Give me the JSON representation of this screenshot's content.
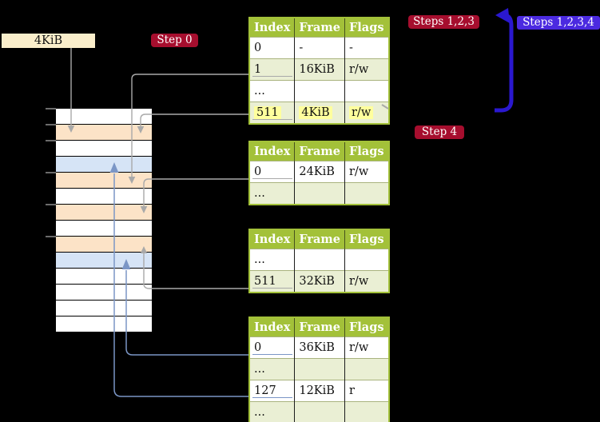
{
  "diagram": {
    "background": "#000000",
    "legend": {
      "label": "4KiB"
    },
    "badges": {
      "step0": {
        "label": "Step 0",
        "bg": "#a60e2e"
      },
      "steps123": {
        "label": "Steps 1,2,3",
        "bg": "#a60e2e"
      },
      "steps1234": {
        "label": "Steps 1,2,3,4",
        "bg": "#4b2ae0"
      },
      "step4": {
        "label": "Step 4",
        "bg": "#a60e2e"
      }
    }
  },
  "table_headers": [
    "Index",
    "Frame",
    "Flags"
  ],
  "tables": [
    {
      "name": "page-table-top",
      "rows": [
        {
          "index": "0",
          "frame": "-",
          "flags": "-",
          "shaded": false,
          "underline": null,
          "highlight": false
        },
        {
          "index": "1",
          "frame": "16KiB",
          "flags": "r/w",
          "shaded": true,
          "underline": "gray",
          "highlight": false
        },
        {
          "index": "...",
          "frame": "",
          "flags": "",
          "shaded": false,
          "underline": null,
          "highlight": false
        },
        {
          "index": "511",
          "frame": "4KiB",
          "flags": "r/w",
          "shaded": true,
          "underline": "gray",
          "highlight": true
        }
      ]
    },
    {
      "name": "page-table-second",
      "rows": [
        {
          "index": "0",
          "frame": "24KiB",
          "flags": "r/w",
          "shaded": false,
          "underline": "gray",
          "highlight": false
        },
        {
          "index": "...",
          "frame": "",
          "flags": "",
          "shaded": true,
          "underline": null,
          "highlight": false
        }
      ]
    },
    {
      "name": "page-table-third",
      "rows": [
        {
          "index": "...",
          "frame": "",
          "flags": "",
          "shaded": false,
          "underline": null,
          "highlight": false
        },
        {
          "index": "511",
          "frame": "32KiB",
          "flags": "r/w",
          "shaded": true,
          "underline": "gray",
          "highlight": false
        }
      ]
    },
    {
      "name": "page-table-fourth",
      "rows": [
        {
          "index": "0",
          "frame": "36KiB",
          "flags": "r/w",
          "shaded": false,
          "underline": "blue",
          "highlight": false
        },
        {
          "index": "...",
          "frame": "",
          "flags": "",
          "shaded": true,
          "underline": null,
          "highlight": false
        },
        {
          "index": "127",
          "frame": "12KiB",
          "flags": "r",
          "shaded": false,
          "underline": "blue",
          "highlight": false
        },
        {
          "index": "...",
          "frame": "",
          "flags": "",
          "shaded": true,
          "underline": null,
          "highlight": false
        }
      ]
    }
  ],
  "memory": {
    "rows": [
      "white",
      "orange",
      "white",
      "blue",
      "orange",
      "white",
      "orange",
      "white",
      "orange",
      "blue",
      "white",
      "white",
      "white",
      "white"
    ]
  },
  "colors": {
    "table_header_green": "#a3c139",
    "table_row_green": "#eaefd4",
    "highlight_yellow": "#ffff9d",
    "legend_beige": "#faeecb",
    "memory_rows": {
      "white": "#ffffff",
      "orange": "#fce3c7",
      "blue": "#d6e4f6"
    },
    "arrow_gray": "#a9a9a9",
    "arrow_blue_thin": "#7b96c6",
    "arrow_blue_thick": "#2a18d0",
    "badge_red": "#a60e2e",
    "badge_violet": "#4b2ae0"
  }
}
